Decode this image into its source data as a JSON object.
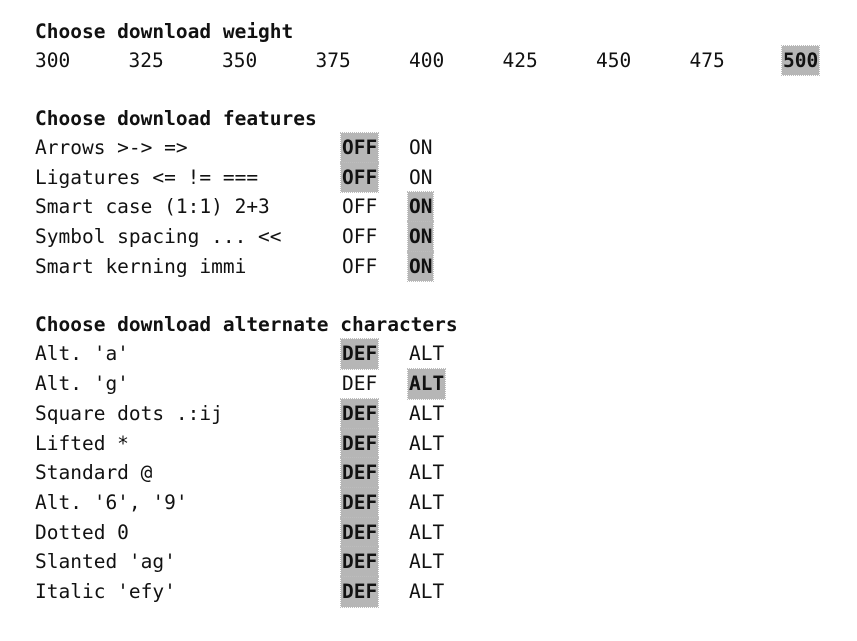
{
  "weight_section": {
    "heading": "Choose download weight",
    "options": [
      "300",
      "325",
      "350",
      "375",
      "400",
      "425",
      "450",
      "475",
      "500"
    ],
    "selected": "500"
  },
  "features_section": {
    "heading": "Choose download features",
    "rows": [
      {
        "label": "Arrows >-> =>",
        "off": "OFF",
        "on": "ON",
        "selected": "OFF"
      },
      {
        "label": "Ligatures <= != ===",
        "off": "OFF",
        "on": "ON",
        "selected": "OFF"
      },
      {
        "label": "Smart case (1:1) 2+3",
        "off": "OFF",
        "on": "ON",
        "selected": "ON"
      },
      {
        "label": "Symbol spacing ... <<",
        "off": "OFF",
        "on": "ON",
        "selected": "ON"
      },
      {
        "label": "Smart kerning immi",
        "off": "OFF",
        "on": "ON",
        "selected": "ON"
      }
    ]
  },
  "alternates_section": {
    "heading": "Choose download alternate characters",
    "rows": [
      {
        "label": "Alt. 'a'",
        "def": "DEF",
        "alt": "ALT",
        "selected": "DEF"
      },
      {
        "label": "Alt. 'g'",
        "def": "DEF",
        "alt": "ALT",
        "selected": "ALT"
      },
      {
        "label": "Square dots .:ij",
        "def": "DEF",
        "alt": "ALT",
        "selected": "DEF"
      },
      {
        "label": "Lifted *",
        "def": "DEF",
        "alt": "ALT",
        "selected": "DEF"
      },
      {
        "label": "Standard @",
        "def": "DEF",
        "alt": "ALT",
        "selected": "DEF"
      },
      {
        "label": "Alt. '6', '9'",
        "def": "DEF",
        "alt": "ALT",
        "selected": "DEF"
      },
      {
        "label": "Dotted 0",
        "def": "DEF",
        "alt": "ALT",
        "selected": "DEF"
      },
      {
        "label": "Slanted 'ag'",
        "def": "DEF",
        "alt": "ALT",
        "selected": "DEF"
      },
      {
        "label": "Italic 'efy'",
        "def": "DEF",
        "alt": "ALT",
        "selected": "DEF"
      }
    ]
  }
}
